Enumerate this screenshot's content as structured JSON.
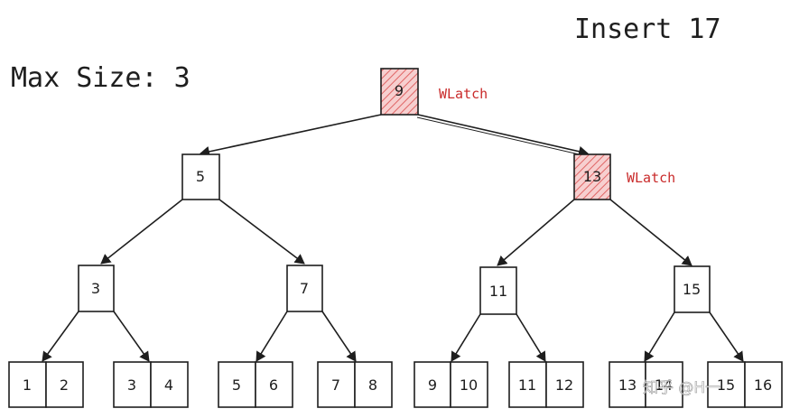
{
  "title": "Insert 17",
  "subtitle": "Max Size: 3",
  "latch_label": "WLatch",
  "watermark": "知乎 @H一",
  "colors": {
    "stroke": "#1e1e1e",
    "latch_fill": "#f5c2c2",
    "latch_hatch": "#e06666",
    "latch_text": "#c92a2a"
  },
  "tree": {
    "root": {
      "keys": [
        "9"
      ],
      "latched": true
    },
    "internal": [
      {
        "keys": [
          "5"
        ],
        "latched": false
      },
      {
        "keys": [
          "13"
        ],
        "latched": true
      }
    ],
    "level2": [
      {
        "keys": [
          "3"
        ]
      },
      {
        "keys": [
          "7"
        ]
      },
      {
        "keys": [
          "11"
        ]
      },
      {
        "keys": [
          "15"
        ]
      }
    ],
    "leaves": [
      {
        "keys": [
          "1",
          "2"
        ]
      },
      {
        "keys": [
          "3",
          "4"
        ]
      },
      {
        "keys": [
          "5",
          "6"
        ]
      },
      {
        "keys": [
          "7",
          "8"
        ]
      },
      {
        "keys": [
          "9",
          "10"
        ]
      },
      {
        "keys": [
          "11",
          "12"
        ]
      },
      {
        "keys": [
          "13",
          "14"
        ]
      },
      {
        "keys": [
          "15",
          "16"
        ]
      }
    ]
  }
}
